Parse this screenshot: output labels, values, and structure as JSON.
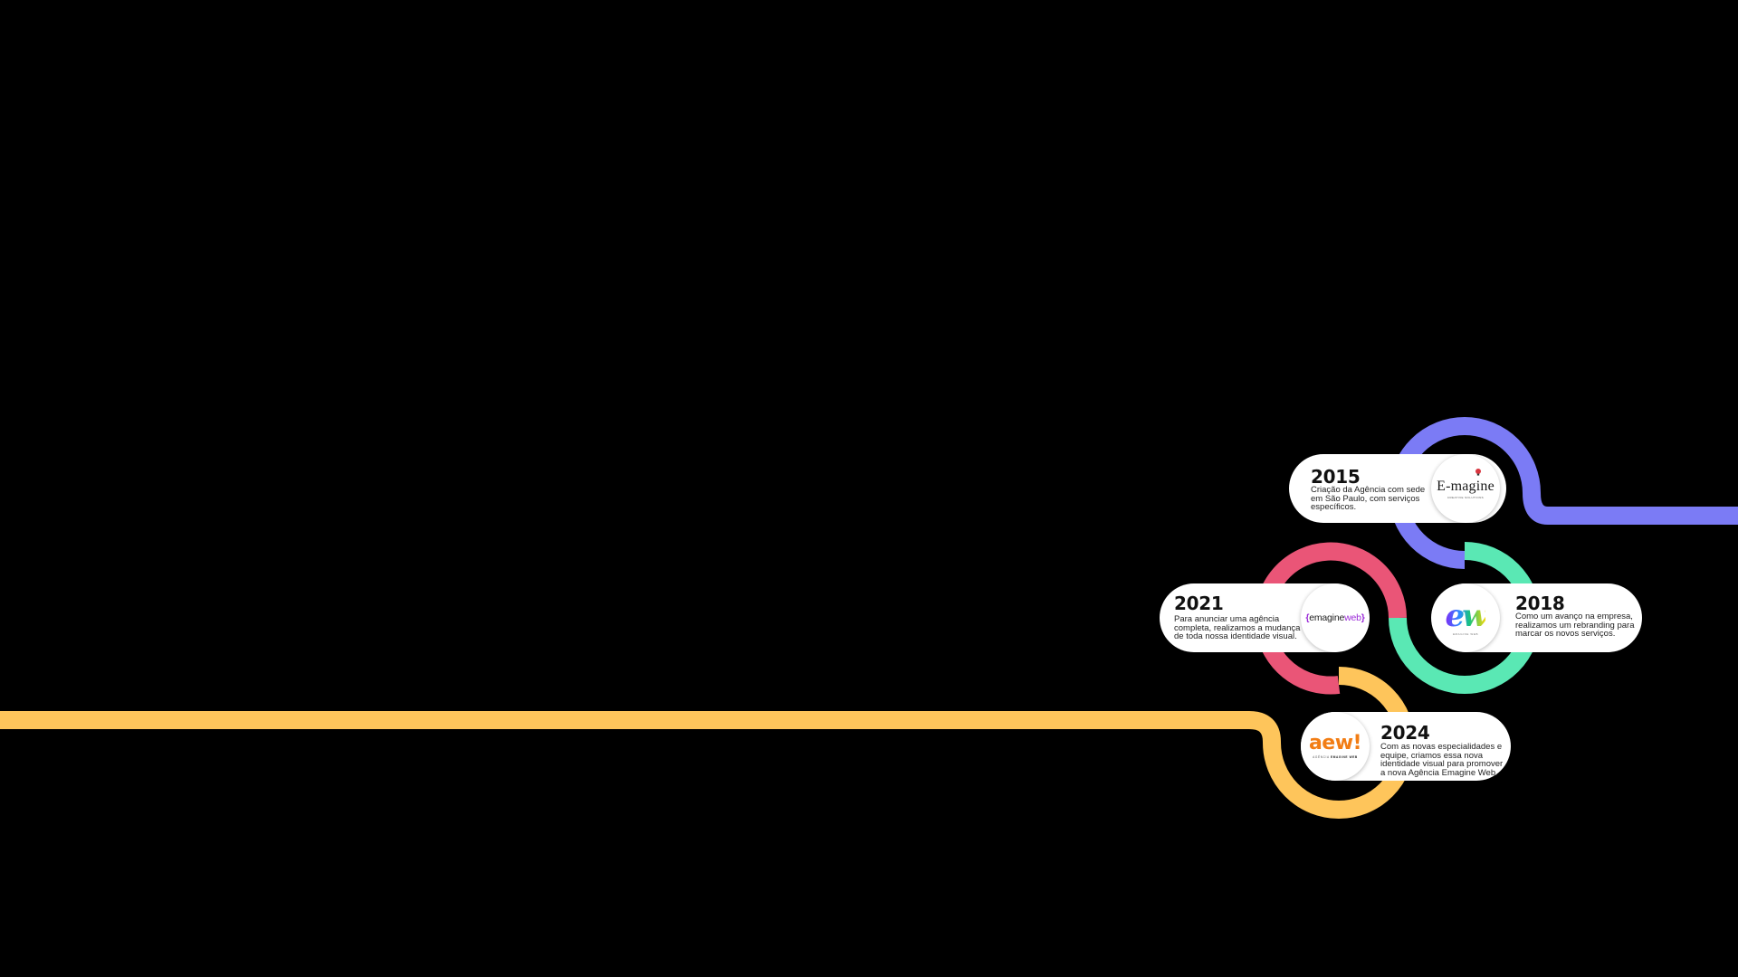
{
  "colors": {
    "background": "#000000",
    "track_2015": "#7b7bf5",
    "track_2018": "#5ae8b4",
    "track_2021": "#ea5577",
    "track_2024": "#fec55b",
    "card": "#ffffff",
    "text": "#111111"
  },
  "milestones": [
    {
      "year": "2015",
      "description": "Criação da Agência com sede em São Paulo, com serviços específicos.",
      "logo": {
        "name": "e-magine-logo",
        "text": "E-magine",
        "subtext": "CREATIVE SOLUTIONS"
      }
    },
    {
      "year": "2018",
      "description": "Como um avanço na empresa, realizamos um rebranding para marcar os novos serviços.",
      "logo": {
        "name": "ew-logo",
        "text": "ew",
        "subtext": "EMAGINE WEB"
      }
    },
    {
      "year": "2021",
      "description": "Para anunciar uma agência completa, realizamos a mudança de toda nossa identidade visual.",
      "logo": {
        "name": "emagine-web-logo",
        "brace_open": "{",
        "text": "emagine",
        "text2": "web",
        "brace_close": "}"
      }
    },
    {
      "year": "2024",
      "description": "Com as novas especialidades e equipe, criamos essa nova identidade visual para promover a nova Agência Emagine Web.",
      "logo": {
        "name": "aew-logo",
        "text": "aew!",
        "subtext_1": "AGÊNCIA",
        "subtext_2": "EMAGINE WEB"
      }
    }
  ]
}
